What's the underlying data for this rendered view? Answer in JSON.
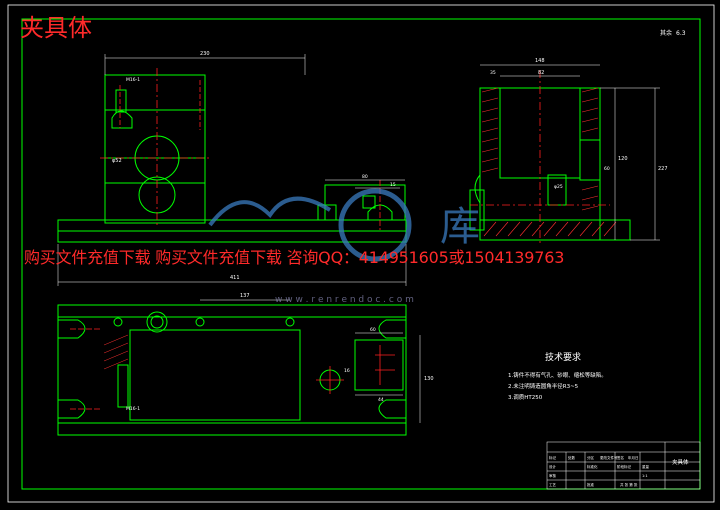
{
  "watermark": {
    "title": "夹具体",
    "banner": "购买文件充值下载 购买文件充值下载 咨询QQ：414951605或1504139763",
    "site_url": "w w w . r e n r e n d o c . c o m",
    "logo_char": "库"
  },
  "drawing": {
    "roughness_note": "其余",
    "roughness_value": "6.3",
    "tech_req": {
      "heading": "技术要求",
      "items": [
        "1.铸件不得有气孔、砂眼、缩松等缺陷。",
        "2.未注明铸造圆角半径R3~5",
        "3.调质HT250"
      ]
    },
    "dims": {
      "front_top": "230",
      "front_bottom": "411",
      "front_left_small": "M16-1",
      "front_circle": "φ52",
      "front_slot_a": "80",
      "front_slot_b": "15",
      "side_top": "148",
      "side_inner": "82",
      "side_height": "120",
      "side_overall": "227",
      "side_small": "60",
      "side_bore": "φ25",
      "side_label": "35",
      "plan_top": "137",
      "plan_right": "130",
      "plan_inner": "60",
      "plan_bottom": "44",
      "plan_slot": "M16-1",
      "plan_left": "16"
    },
    "title_block": {
      "part_name": "夹具体",
      "row_labels": [
        "标记",
        "处数",
        "分区",
        "更改文件号",
        "签名",
        "年月日"
      ],
      "row2": [
        "设计",
        "标准化"
      ],
      "row3": [
        "审核"
      ],
      "row4": [
        "工艺",
        "批准"
      ],
      "stage": "阶段标记",
      "weight": "重量",
      "scale": "比例",
      "scale_value": "1:1",
      "sheet": "共 张 第 张"
    }
  },
  "colors": {
    "background": "#000000",
    "frame": "#00ff00",
    "dimension": "#ffffff",
    "center_line": "#ff2020",
    "hatch": "#ff3030",
    "watermark_text": "#ff2a2a",
    "logo": "#3a7bbf"
  }
}
